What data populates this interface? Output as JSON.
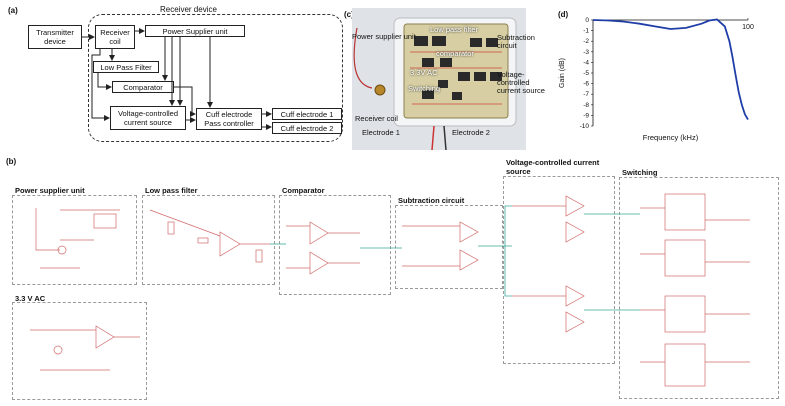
{
  "panel_labels": {
    "a": "(a)",
    "b": "(b)",
    "c": "(c)",
    "d": "(d)"
  },
  "block_diagram": {
    "receiver_device": "Receiver device",
    "transmitter": "Transmitter device",
    "receiver_coil": "Receiver coil",
    "power_supplier_unit": "Power Supplier unit",
    "low_pass_filter": "Low Pass Filter",
    "comparator": "Comparator",
    "vccs": "Voltage-controlled current source",
    "cuff_controller": "Cuff electrode Pass controller",
    "cuff_electrode_1": "Cuff electrode 1",
    "cuff_electrode_2": "Cuff electrode 2"
  },
  "photo_annotations": {
    "power_supplier_unit": "Power supplier unit",
    "low_pass_filter": "Low pass filter",
    "subtraction_circuit": "Subtraction circuit",
    "comparator": "comparator",
    "ac_3v3": "3.3V AC",
    "switching": "Switching",
    "vccs": "Voltage-controlled current source",
    "receiver_coil": "Receiver coil",
    "electrode_1": "Electrode 1",
    "electrode_2": "Electrode 2"
  },
  "schematic_sections": {
    "power_supplier_unit": "Power supplier unit",
    "low_pass_filter": "Low pass filter",
    "comparator": "Comparator",
    "subtraction_circuit": "Subtraction circuit",
    "vccs": "Voltage-controlled current source",
    "switching": "Switching",
    "ac_3v3": "3.3 V AC"
  },
  "chart_data": {
    "type": "line",
    "xlabel": "Frequency (kHz)",
    "ylabel": "Gain (dB)",
    "xlim": [
      0,
      100
    ],
    "ylim": [
      -10,
      0
    ],
    "x_tick_labels": [
      "100"
    ],
    "y_ticks": [
      0,
      -1,
      -2,
      -3,
      -4,
      -5,
      -6,
      -7,
      -8,
      -9,
      -10
    ],
    "series_color": "#1f3ea8",
    "x": [
      0,
      10,
      20,
      30,
      40,
      50,
      60,
      70,
      75,
      80,
      85,
      88,
      90,
      92,
      94,
      96,
      98,
      100
    ],
    "y": [
      0,
      -0.05,
      -0.15,
      -0.35,
      -0.6,
      -0.85,
      -0.75,
      -0.35,
      -0.05,
      0.05,
      -0.6,
      -2.0,
      -3.5,
      -5.2,
      -6.8,
      -8.0,
      -8.9,
      -9.4
    ]
  }
}
